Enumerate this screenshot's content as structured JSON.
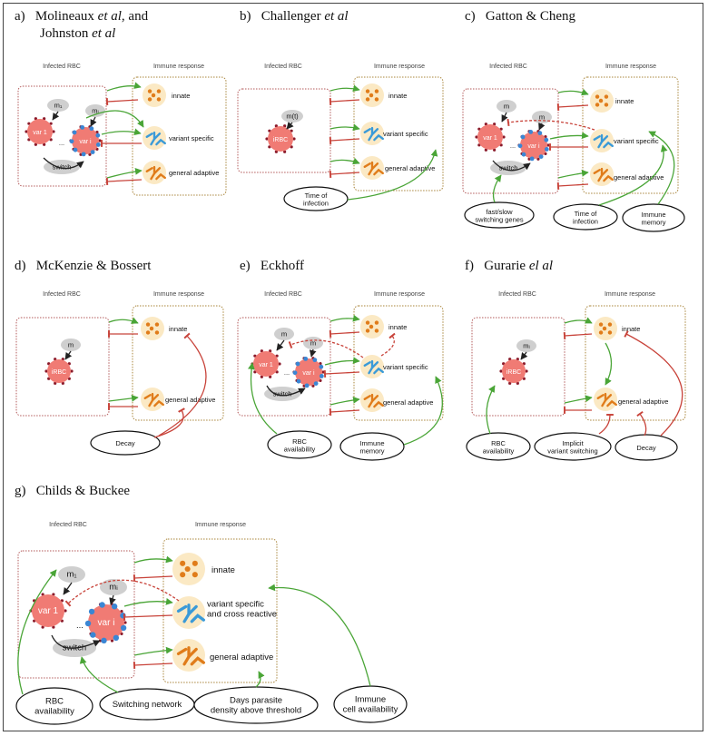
{
  "panels": {
    "a": {
      "letter": "a)",
      "title_line1_pre": "Molineaux ",
      "title_line1_it": "et al",
      "title_line1_post": ", and",
      "title_line2_pre": "Johnston ",
      "title_line2_it": "et al"
    },
    "b": {
      "letter": "b)",
      "title_pre": "Challenger ",
      "title_it": "et al"
    },
    "c": {
      "letter": "c)",
      "title": "Gatton & Cheng"
    },
    "d": {
      "letter": "d)",
      "title": "McKenzie & Bossert"
    },
    "e": {
      "letter": "e)",
      "title": "Eckhoff"
    },
    "f": {
      "letter": "f)",
      "title_pre": "Gurarie ",
      "title_it": "el al"
    },
    "g": {
      "letter": "g)",
      "title": "Childs & Buckee"
    }
  },
  "labels": {
    "infected_rbc": "Infected RBC",
    "immune_response": "Immune response",
    "innate": "innate",
    "variant_specific": "variant specific",
    "general_adaptive": "general adaptive",
    "variant_cross": "variant specific\nand cross reactive",
    "var1": "var 1",
    "vari": "var i",
    "irbc": "iRBC",
    "switch": "switch",
    "ellipsis": "...",
    "m": "m",
    "m1": "m₁",
    "mi": "mᵢ",
    "mt": "m(t)"
  },
  "bubbles": {
    "time_infection": "Time of\ninfection",
    "fast_slow": "fast/slow\nswitching genes",
    "immune_memory": "Immune\nmemory",
    "decay": "Decay",
    "rbc_availability": "RBC\navailability",
    "implicit_switching": "Implicit\nvariant switching",
    "switching_network": "Switching network",
    "days_parasite": "Days parasite\ndensity above threshold",
    "immune_cell": "Immune\ncell availability"
  },
  "colors": {
    "rbc": "#f07b74",
    "rbc_spike": "#8a1a2a",
    "blue_spot": "#3a86d4",
    "immune_bg": "#fbe9c4",
    "orange": "#e07c1a",
    "blue_ab": "#3a9ad8",
    "green_arrow": "#4aa537",
    "red_inhib": "#c8433a",
    "box_left": "#b35a5a",
    "box_right": "#a8843a",
    "grey_node": "#cfcfcf"
  }
}
